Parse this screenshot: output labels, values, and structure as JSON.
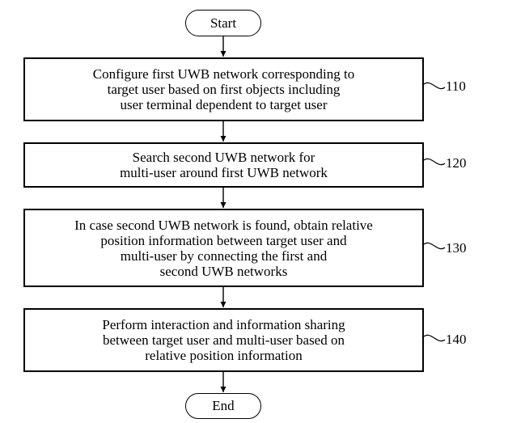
{
  "flowchart": {
    "start_label": "Start",
    "end_label": "End",
    "steps": [
      {
        "ref": "110",
        "text": "Configure first UWB network corresponding to\ntarget user based on first objects including\nuser terminal dependent to target user"
      },
      {
        "ref": "120",
        "text": "Search second UWB network for\nmulti-user around first UWB network"
      },
      {
        "ref": "130",
        "text": "In case second UWB network is found, obtain relative\nposition information between target user and\nmulti-user by connecting the first and\nsecond UWB networks"
      },
      {
        "ref": "140",
        "text": "Perform interaction and information sharing\nbetween target user and multi-user based on\nrelative position information"
      }
    ]
  }
}
